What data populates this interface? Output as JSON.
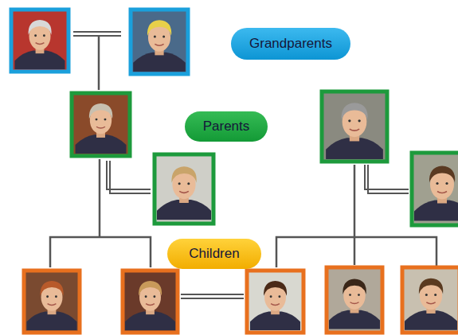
{
  "diagram": {
    "nodes": [
      {
        "text": [
          "Grandparents"
        ]
      },
      {
        "text": [
          "Parents"
        ]
      },
      {
        "text": [
          "Children"
        ]
      }
    ]
  }
}
